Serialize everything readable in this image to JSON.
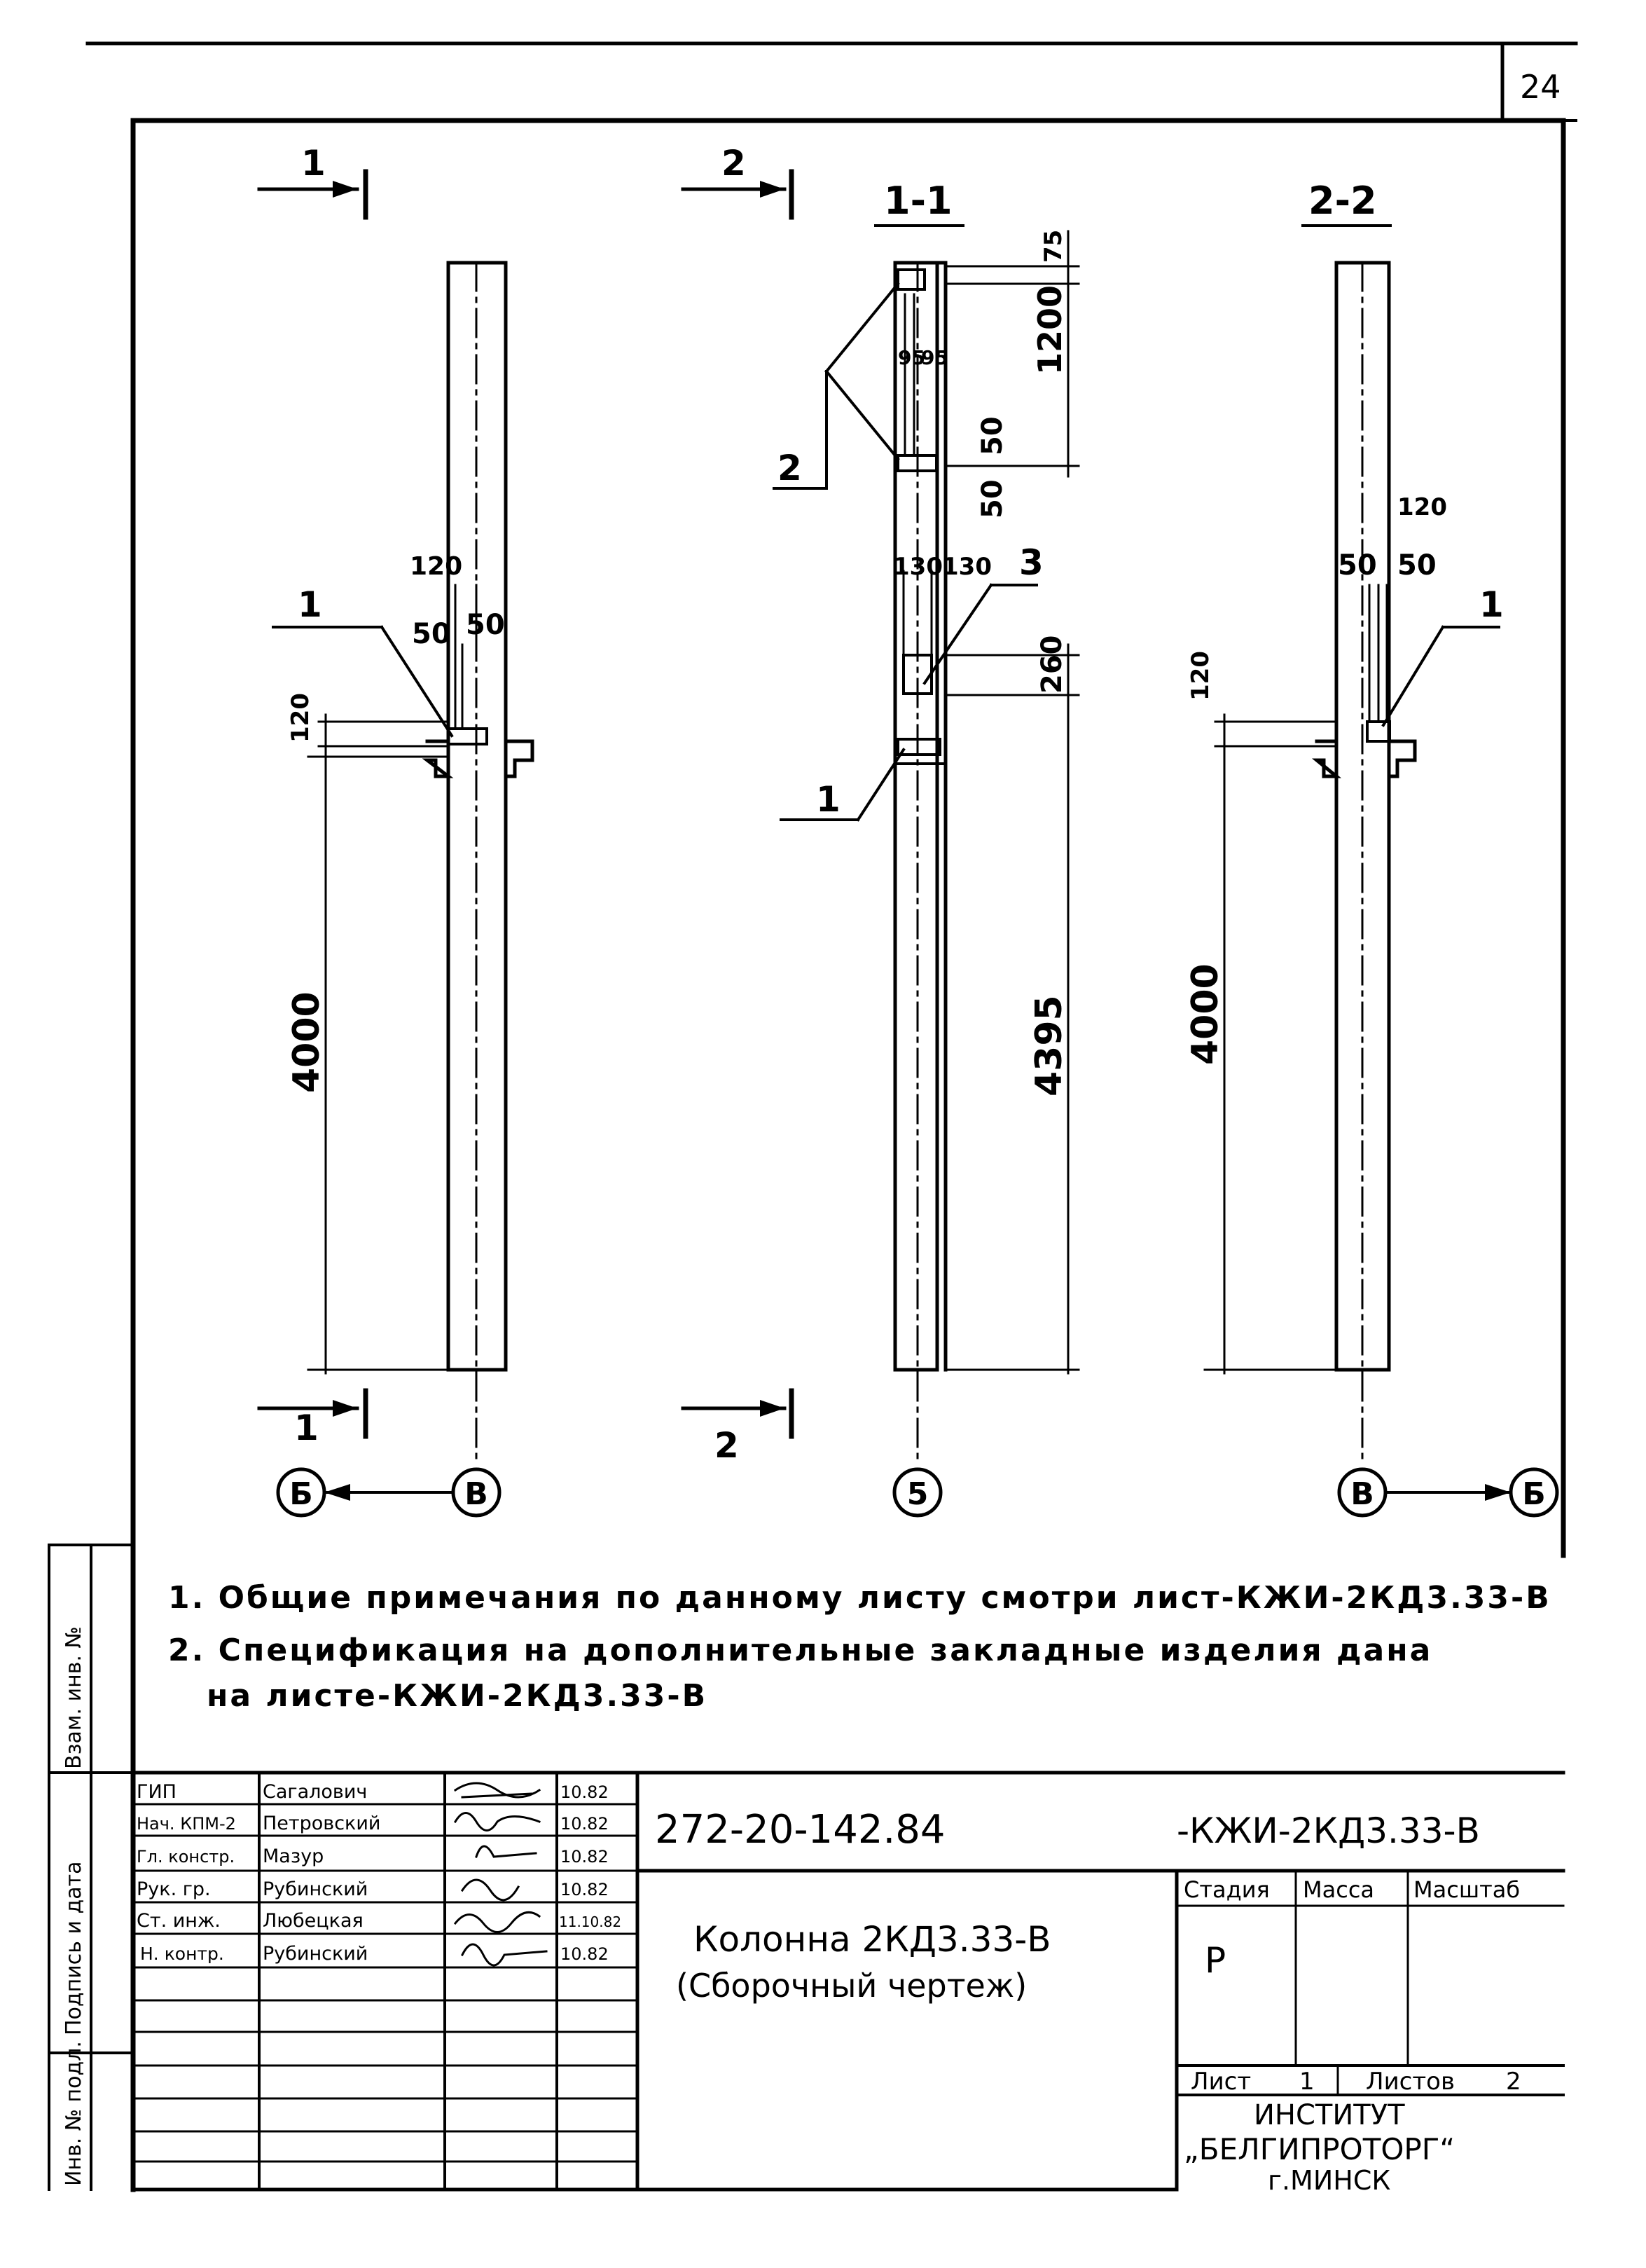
{
  "sheet_number": "24",
  "views": {
    "section_1_title": "1-1",
    "section_2_title": "2-2",
    "cut_label_1": "1",
    "cut_label_2": "2"
  },
  "dims": {
    "d75": "75",
    "d1200": "1200",
    "d95": "95",
    "d95b": "95",
    "d50a": "50",
    "d50b": "50",
    "d130a": "130",
    "d130b": "130",
    "d260": "260",
    "d4395": "4395",
    "d4000_left": "4000",
    "d4000_right": "4000",
    "d120_left": "120",
    "d120_top_left": "120",
    "d50_left_a": "50",
    "d50_left_b": "50",
    "d120_right_top": "120",
    "d50_right_a": "50",
    "d50_right_b": "50",
    "d120_right": "120"
  },
  "callouts": {
    "left_1": "1",
    "mid_2": "2",
    "mid_3": "3",
    "mid_1": "1",
    "right_1": "1"
  },
  "axes": {
    "left_a": "Б",
    "left_b": "В",
    "middle": "5",
    "right_a": "В",
    "right_b": "Б"
  },
  "notes": [
    "1. Общие примечания по данному листу смотри лист-КЖИ-2КД3.33-В",
    "2. Спецификация на дополнительные закладные изделия дана",
    "на листе-КЖИ-2КД3.33-В"
  ],
  "side_stamp": {
    "field1": "Взам. инв. №",
    "field2": "Подпись и дата",
    "field3": "Инв. № подл."
  },
  "title_block": {
    "doc_code": "272-20-142.84",
    "doc_mark": "-КЖИ-2КД3.33-В",
    "title_line1": "Колонна 2КД3.33-В",
    "title_line2": "(Сборочный чертеж)",
    "stage_header": "Стадия",
    "mass_header": "Масса",
    "scale_header": "Масштаб",
    "stage_value": "Р",
    "sheet_label": "Лист",
    "sheet_value": "1",
    "sheets_label": "Листов",
    "sheets_value": "2",
    "org_line1": "ИНСТИТУТ",
    "org_line2": "„БЕЛГИПРОТОРГ“",
    "org_line3": "г.МИНСК",
    "signatories": [
      {
        "role": "ГИП",
        "name": "Сагалович",
        "date": "10.82"
      },
      {
        "role": "Нач. КПМ-2",
        "name": "Петровский",
        "date": "10.82"
      },
      {
        "role": "Гл. констр.",
        "name": "Мазур",
        "date": "10.82"
      },
      {
        "role": "Рук. гр.",
        "name": "Рубинский",
        "date": "10.82"
      },
      {
        "role": "Ст. инж.",
        "name": "Любецкая",
        "date": "11.10.82"
      },
      {
        "role": "Н. контр.",
        "name": "Рубинский",
        "date": "10.82"
      }
    ]
  }
}
